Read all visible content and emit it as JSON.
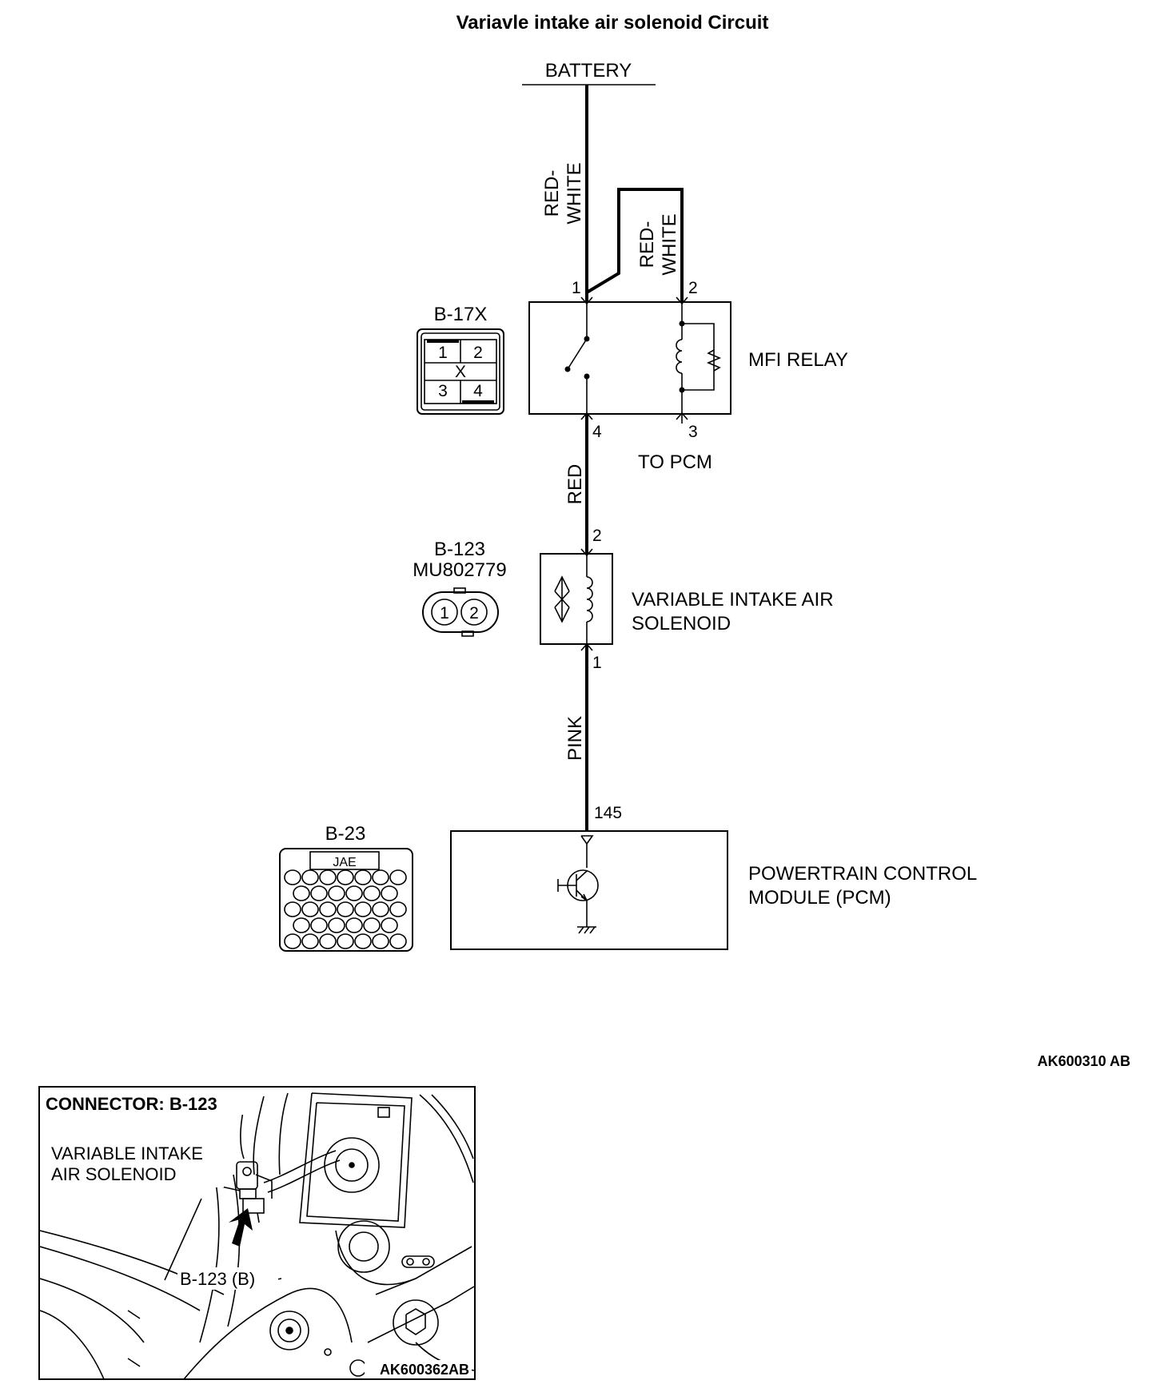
{
  "title": "Variavle intake air solenoid Circuit",
  "figure_id": "AK600310 AB",
  "battery": {
    "label": "BATTERY"
  },
  "wires": {
    "battery_feed": {
      "color_line1": "RED-",
      "color_line2": "WHITE"
    },
    "relay_feed": {
      "color_line1": "RED-",
      "color_line2": "WHITE"
    },
    "relay_to_solenoid": {
      "color": "RED"
    },
    "solenoid_to_pcm": {
      "color": "PINK"
    }
  },
  "mfi_relay": {
    "label": "MFI RELAY",
    "pins": {
      "p1": "1",
      "p2": "2",
      "p3": "3",
      "p4": "4"
    },
    "to_pcm": "TO PCM"
  },
  "connector_b17x": {
    "label": "B-17X",
    "cells": [
      "1",
      "2",
      "3",
      "4"
    ],
    "center": "X"
  },
  "solenoid": {
    "label_line1": "VARIABLE INTAKE AIR",
    "label_line2": "SOLENOID",
    "pins": {
      "top": "2",
      "bottom": "1"
    }
  },
  "connector_b123": {
    "label": "B-123",
    "part_number": "MU802779",
    "pins": [
      "1",
      "2"
    ]
  },
  "pcm": {
    "label_line1": "POWERTRAIN CONTROL",
    "label_line2": "MODULE (PCM)",
    "pin": "145"
  },
  "connector_b23": {
    "label": "B-23",
    "header": "JAE"
  },
  "inset": {
    "title": "CONNECTOR: B-123",
    "callout_line1": "VARIABLE INTAKE",
    "callout_line2": "AIR SOLENOID",
    "connector_callout": "B-123 (B)",
    "figure_id": "AK600362AB"
  }
}
